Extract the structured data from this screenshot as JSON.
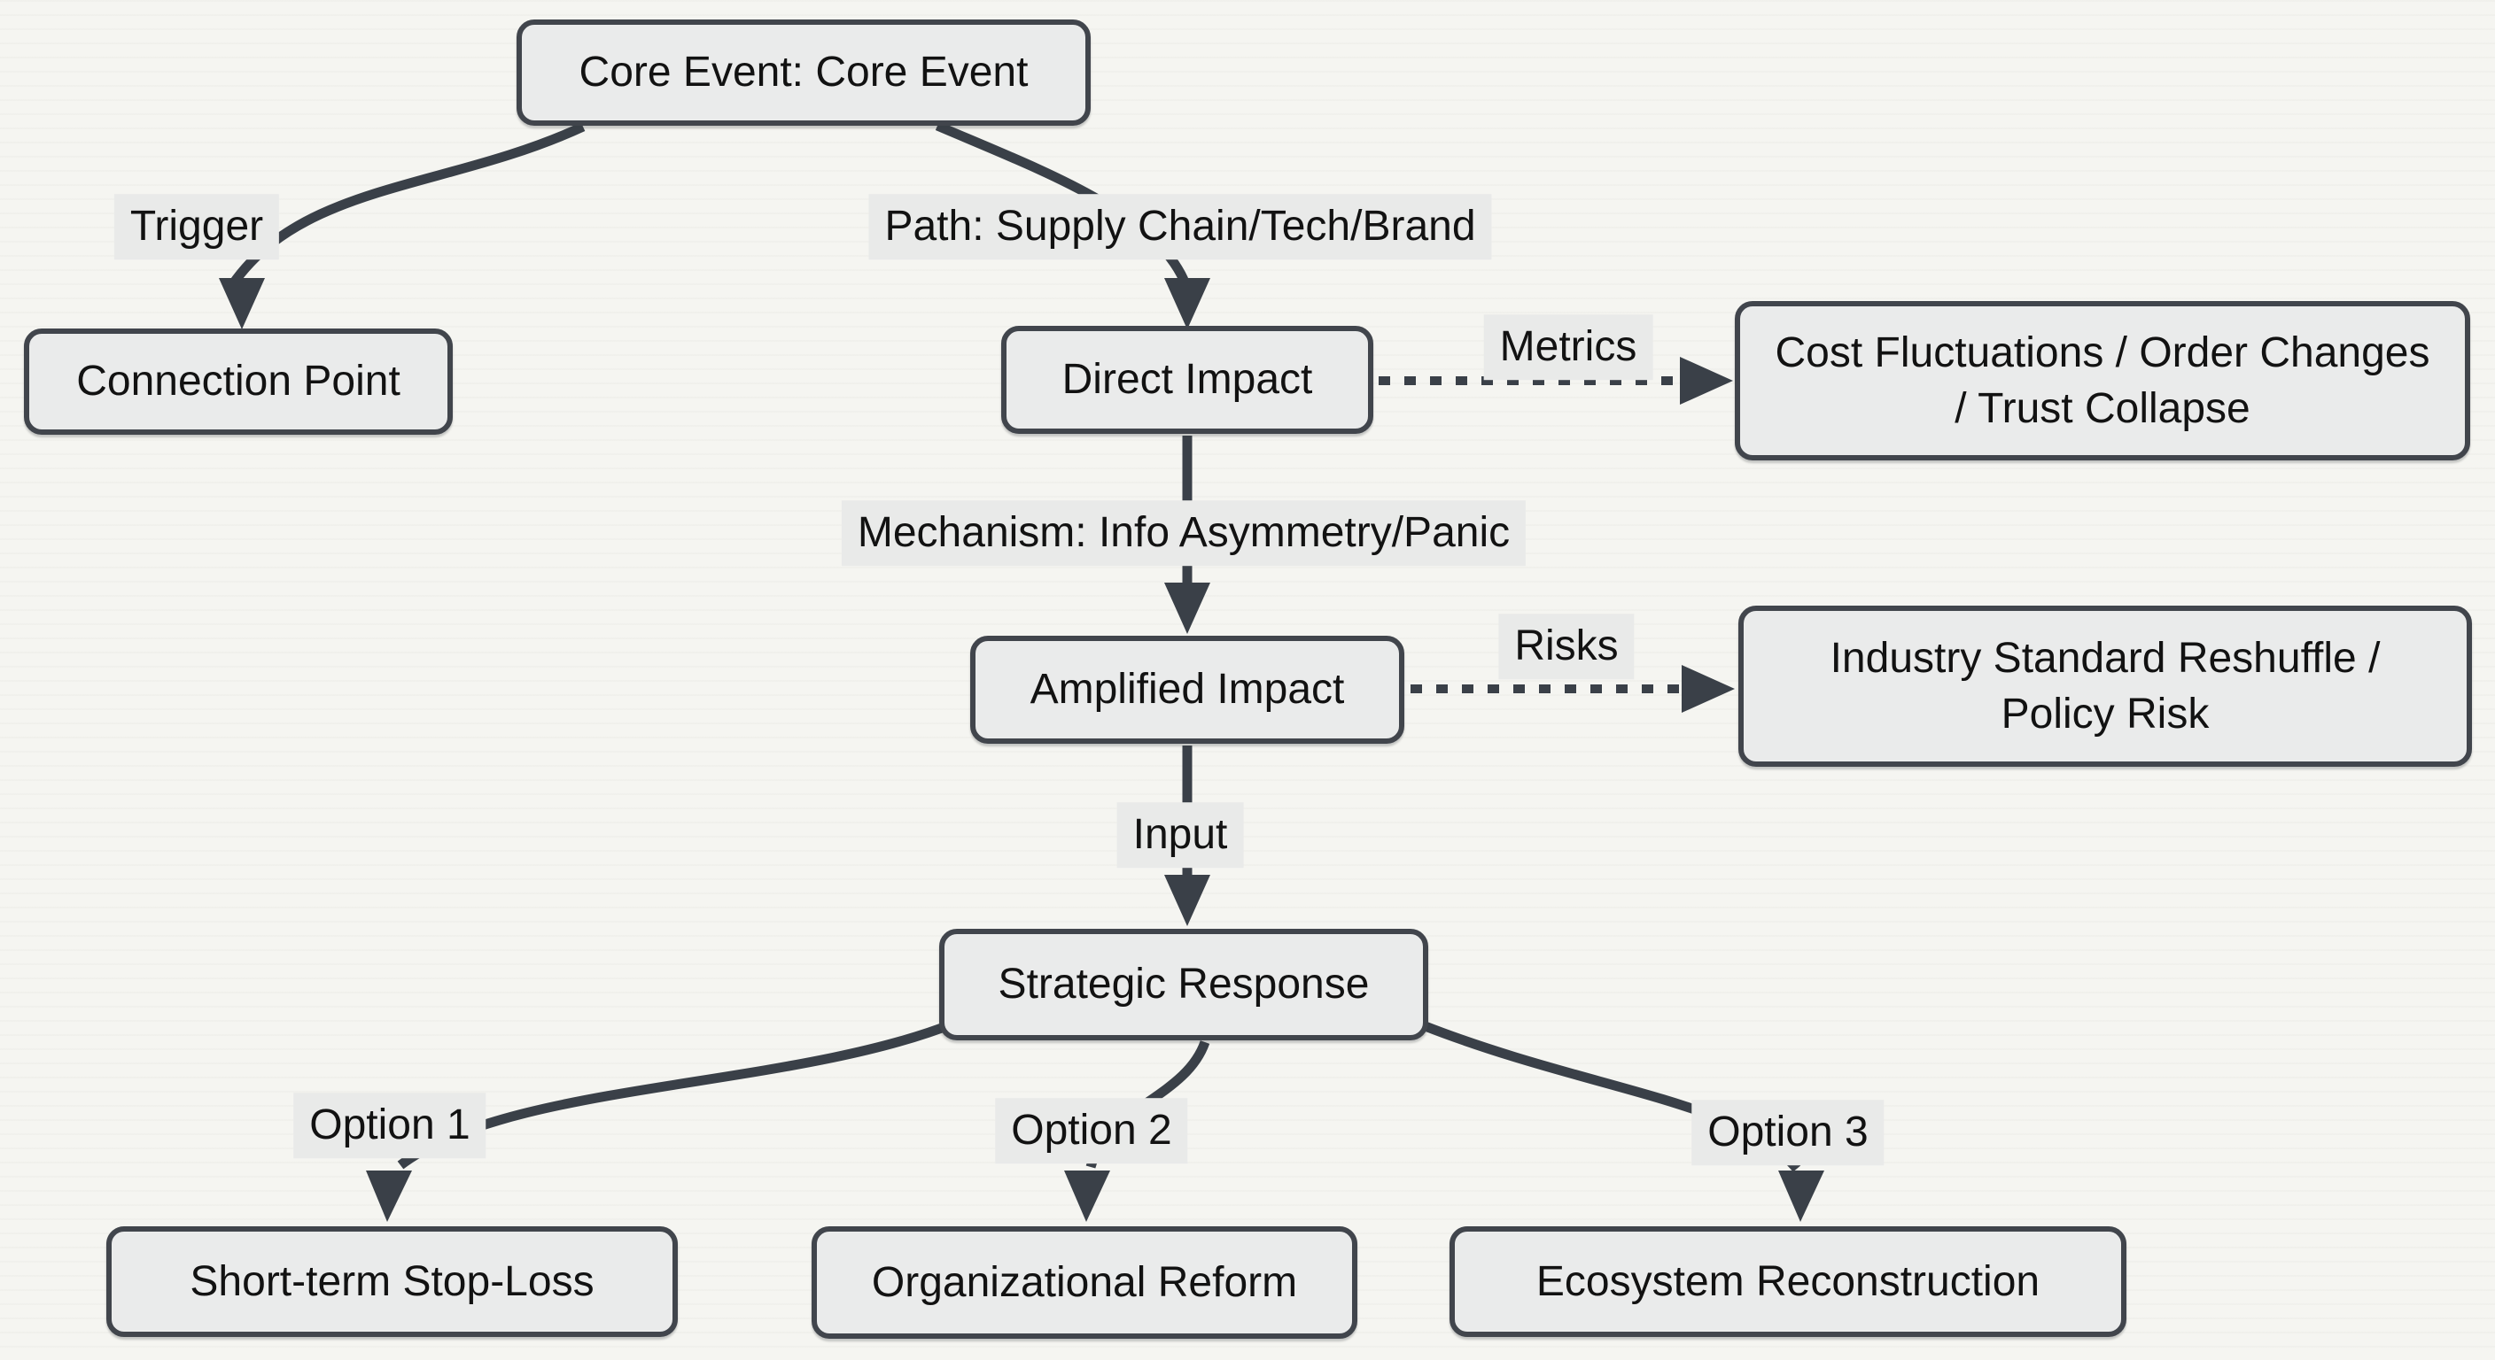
{
  "diagram": {
    "nodes": {
      "core_event": {
        "label": "Core Event: Core Event"
      },
      "connection_point": {
        "label": "Connection Point"
      },
      "direct_impact": {
        "label": "Direct Impact"
      },
      "cost_fluctuations": {
        "label": "Cost Fluctuations / Order Changes / Trust Collapse"
      },
      "amplified_impact": {
        "label": "Amplified Impact"
      },
      "industry_risk": {
        "label": "Industry Standard Reshuffle / Policy Risk"
      },
      "strategic_response": {
        "label": "Strategic Response"
      },
      "short_term": {
        "label": "Short-term Stop-Loss"
      },
      "org_reform": {
        "label": "Organizational Reform"
      },
      "ecosystem": {
        "label": "Ecosystem Reconstruction"
      }
    },
    "edge_labels": {
      "trigger": "Trigger",
      "path": "Path: Supply Chain/Tech/Brand",
      "metrics": "Metrics",
      "mechanism": "Mechanism: Info Asymmetry/Panic",
      "risks": "Risks",
      "input": "Input",
      "option1": "Option 1",
      "option2": "Option 2",
      "option3": "Option 3"
    },
    "colors": {
      "background": "#f5f5f1",
      "node_fill": "#eaebeb",
      "node_border": "#41454c",
      "edge": "#3a4048",
      "label_bg": "#e9eae9",
      "text": "#121212"
    }
  }
}
